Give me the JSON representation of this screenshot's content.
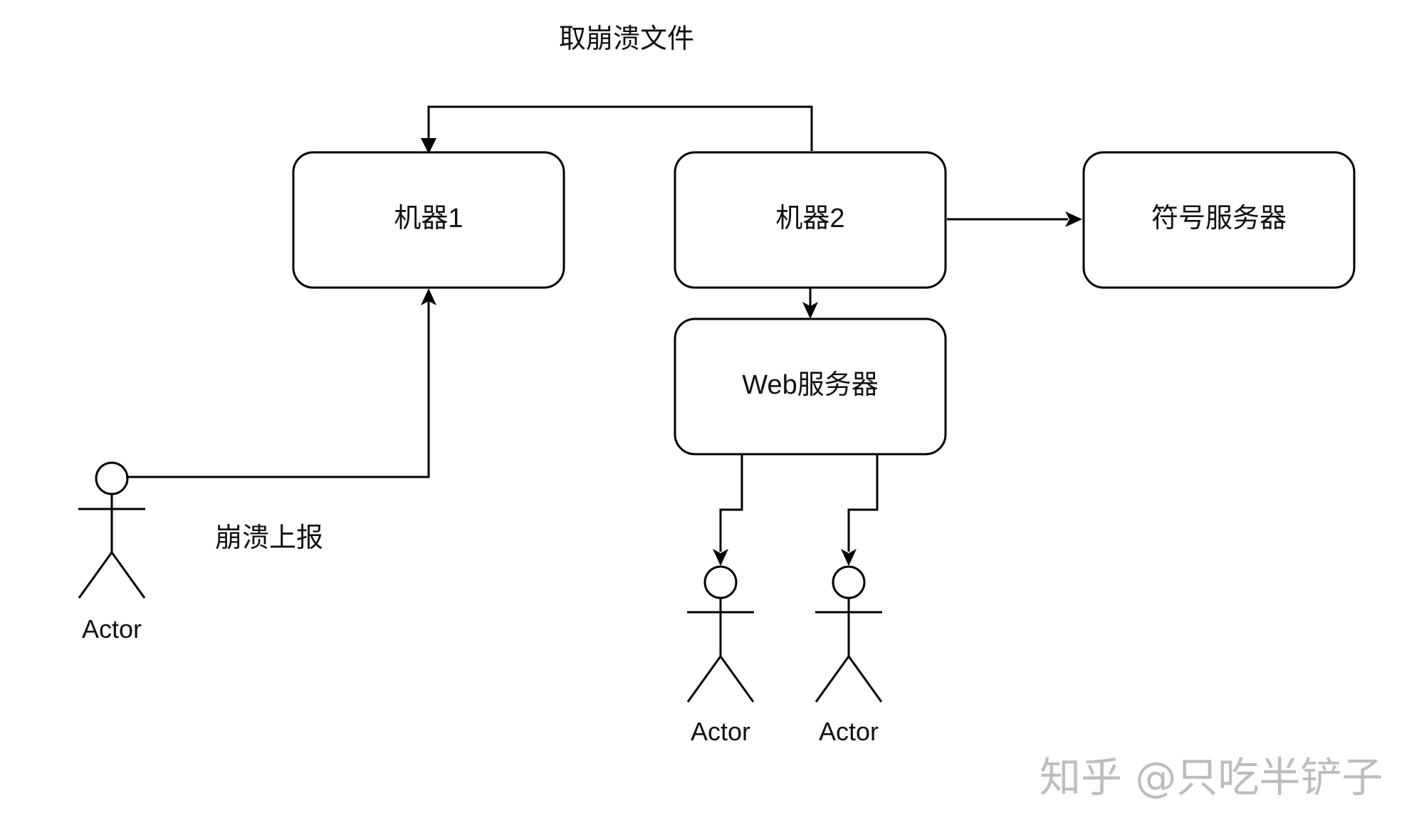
{
  "diagram": {
    "nodes": {
      "machine1": {
        "label": "机器1"
      },
      "machine2": {
        "label": "机器2"
      },
      "symbol_server": {
        "label": "符号服务器"
      },
      "web_server": {
        "label": "Web服务器"
      }
    },
    "edges": {
      "fetch_crash_files": {
        "label": "取崩溃文件"
      },
      "crash_report": {
        "label": "崩溃上报"
      }
    },
    "actors": [
      {
        "label": "Actor"
      },
      {
        "label": "Actor"
      },
      {
        "label": "Actor"
      }
    ],
    "watermark": "知乎 @只吃半铲子"
  }
}
